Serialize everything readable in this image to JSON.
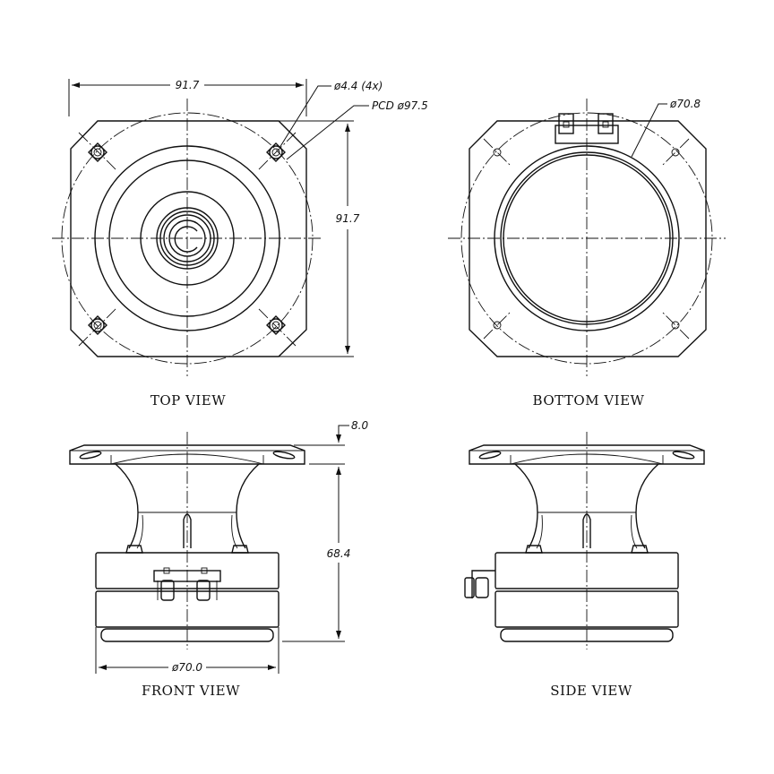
{
  "views": {
    "top": {
      "title": "TOP VIEW",
      "width": "91.7",
      "height": "91.7",
      "hole": "ø4.4 (4x)",
      "pcd": "PCD ø97.5"
    },
    "bottom": {
      "title": "BOTTOM VIEW",
      "diameter": "ø70.8"
    },
    "front": {
      "title": "FRONT VIEW",
      "flange": "8.0",
      "height": "68.4",
      "diameter": "ø70.0"
    },
    "side": {
      "title": "SIDE VIEW"
    }
  }
}
